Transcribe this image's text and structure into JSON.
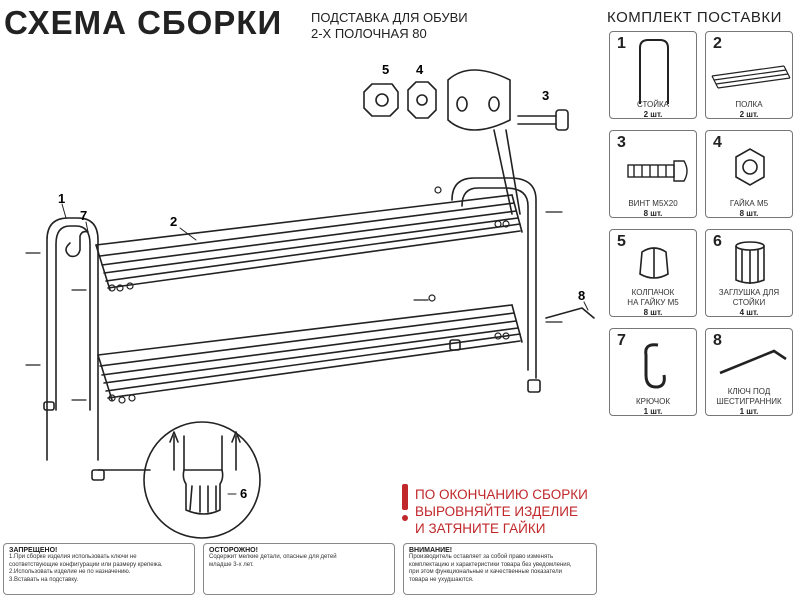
{
  "header": {
    "title": "СХЕМА СБОРКИ",
    "subtitle_line1": "ПОДСТАВКА ДЛЯ ОБУВИ",
    "subtitle_line2": "2-Х ПОЛОЧНАЯ 80"
  },
  "kit": {
    "title": "КОМПЛЕКТ ПОСТАВКИ",
    "items": [
      {
        "num": "1",
        "name_line1": "СТОЙКА",
        "name_line2": "",
        "qty": "2 шт.",
        "icon": "frame-leg-icon"
      },
      {
        "num": "2",
        "name_line1": "ПОЛКА",
        "name_line2": "",
        "qty": "2 шт.",
        "icon": "shelf-icon"
      },
      {
        "num": "3",
        "name_line1": "ВИНТ М5х20",
        "name_line2": "",
        "qty": "8 шт.",
        "icon": "screw-icon"
      },
      {
        "num": "4",
        "name_line1": "ГАЙКА М5",
        "name_line2": "",
        "qty": "8 шт.",
        "icon": "nut-icon"
      },
      {
        "num": "5",
        "name_line1": "КОЛПАЧОК",
        "name_line2": "НА ГАЙКУ М5",
        "qty": "8 шт.",
        "icon": "cap-nut-icon"
      },
      {
        "num": "6",
        "name_line1": "ЗАГЛУШКА ДЛЯ",
        "name_line2": "СТОЙКИ",
        "qty": "4 шт.",
        "icon": "leg-plug-icon"
      },
      {
        "num": "7",
        "name_line1": "КРЮЧОК",
        "name_line2": "",
        "qty": "1 шт.",
        "icon": "hook-icon"
      },
      {
        "num": "8",
        "name_line1": "КЛЮЧ ПОД",
        "name_line2": "ШЕСТИГРАННИК",
        "qty": "1 шт.",
        "icon": "hex-key-icon"
      }
    ]
  },
  "callouts": {
    "c1": "1",
    "c2": "2",
    "c3": "3",
    "c4": "4",
    "c5": "5",
    "c6": "6",
    "c7": "7",
    "c8": "8"
  },
  "final_note": {
    "line1": "ПО ОКОНЧАНИЮ СБОРКИ",
    "line2": "ВЫРОВНЯЙТЕ ИЗДЕЛИЕ",
    "line3": "И ЗАТЯНИТЕ ГАЙКИ"
  },
  "notices": {
    "forbidden": {
      "title": "ЗАПРЕЩЕНО!",
      "lines": [
        "1.При сборке изделия использовать ключи не",
        "   соответствующие конфигурации или размеру крепежа.",
        "2.Использовать изделие не по назначению.",
        "3.Вставать на подставку."
      ]
    },
    "caution": {
      "title": "ОСТОРОЖНО!",
      "lines": [
        "Содержит мелкие детали, опасные для детей",
        "младше 3-х лет."
      ]
    },
    "attention": {
      "title": "ВНИМАНИЕ!",
      "lines": [
        "Производитель оставляет за собой право изменять",
        "комплектацию и характеристики товара без уведомления,",
        "при этом функциональные и качественные показатели",
        "товара не ухудшаются."
      ]
    }
  },
  "colors": {
    "text": "#1a1a1a",
    "warning_red": "#c0282b",
    "border": "#777777"
  }
}
